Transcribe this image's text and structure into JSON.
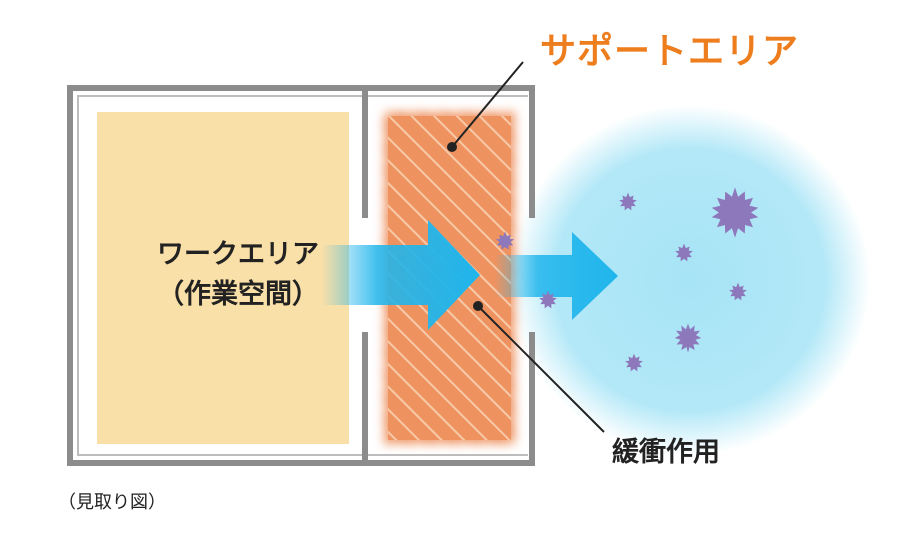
{
  "colors": {
    "accent_orange": "#EE7D1E",
    "wall": "#8C8C8C",
    "work_area_fill": "#F9DFA8",
    "support_area_fill": "#EE9360",
    "arrow": "#1FB5EC",
    "cloud": "#A6E4F6",
    "particle": "#8E78BC"
  },
  "labels": {
    "support_area": "サポートエリア",
    "work_area_line1": "ワークエリア",
    "work_area_line2": "（作業空間）",
    "buffer": "緩衝作用",
    "caption": "（見取り図）"
  },
  "icons": {
    "particles": "spiky-particle-icon",
    "airflow": "arrow-right-icon"
  }
}
